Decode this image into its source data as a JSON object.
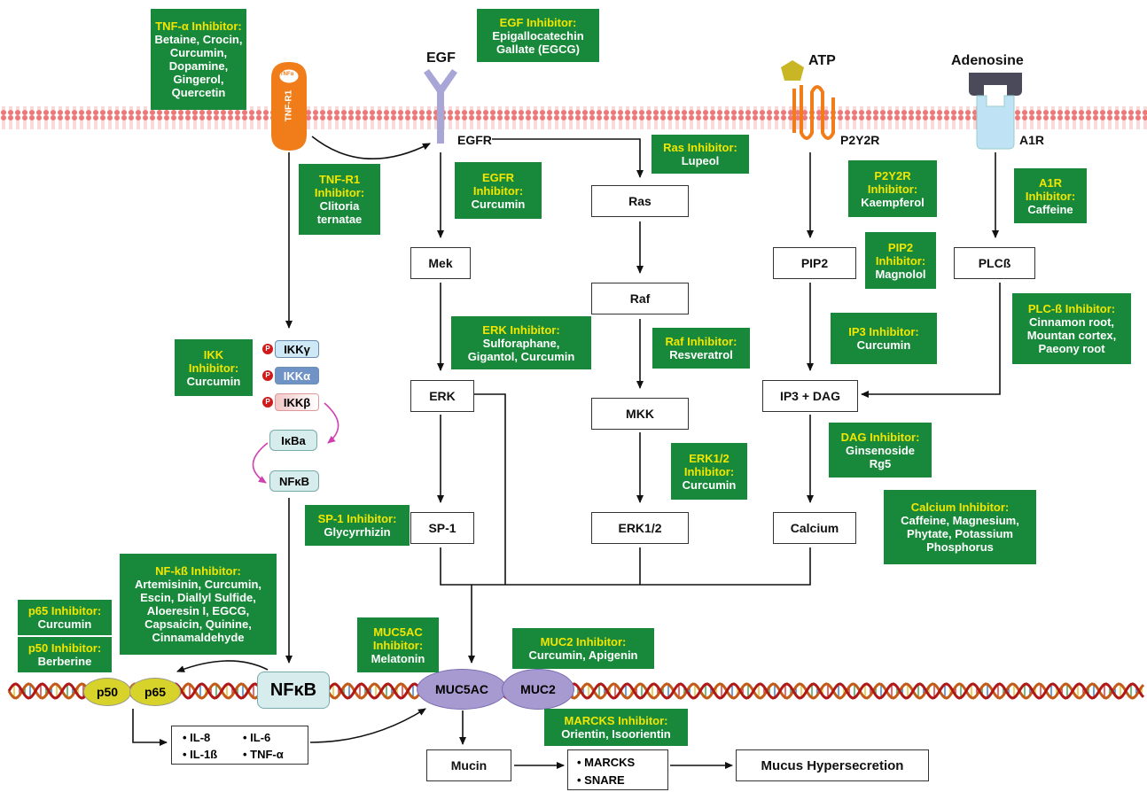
{
  "receptors": {
    "tnf_r1": "TNF-R1",
    "tnf_small": "TNFα",
    "egf": "EGF",
    "egfr": "EGFR",
    "atp": "ATP",
    "p2y2r": "P2Y2R",
    "adenosine": "Adenosine",
    "a1r": "A1R"
  },
  "nodes": {
    "ras": "Ras",
    "raf": "Raf",
    "mkk": "MKK",
    "erk12": "ERK1/2",
    "mek": "Mek",
    "erk": "ERK",
    "sp1": "SP-1",
    "pip2": "PIP2",
    "plcb": "PLCß",
    "ip3dag": "IP3 + DAG",
    "calcium": "Calcium",
    "mucin": "Mucin",
    "mucus": "Mucus Hypersecretion"
  },
  "ikk": {
    "gamma": "IKKγ",
    "alpha": "IKKα",
    "beta": "IKKβ",
    "ikba": "IκBa",
    "nfkb_small": "NFκB",
    "p": "P"
  },
  "dna": {
    "p50": "p50",
    "p65": "p65",
    "nfkb": "NFκB",
    "muc5ac": "MUC5AC",
    "muc2": "MUC2"
  },
  "cytokines": [
    "• IL-8",
    "• IL-6",
    "• IL-1ß",
    "• TNF-α"
  ],
  "marcks": [
    "• MARCKS",
    "• SNARE"
  ],
  "inhibitors": {
    "tnfa": {
      "title": "TNF-α Inhibitor:",
      "body": [
        "Betaine, Crocin,",
        "Curcumin,",
        "Dopamine,",
        "Gingerol,",
        "Quercetin"
      ]
    },
    "egf": {
      "title": "EGF Inhibitor:",
      "body": [
        "Epigallocatechin",
        "Gallate (EGCG)"
      ]
    },
    "tnfr1": {
      "title": "TNF-R1",
      "title2": "Inhibitor:",
      "body": [
        "Clitoria",
        "ternatae"
      ]
    },
    "egfr": {
      "title": "EGFR",
      "title2": "Inhibitor:",
      "body": [
        "Curcumin"
      ]
    },
    "ras": {
      "title": "Ras Inhibitor:",
      "body": [
        "Lupeol"
      ]
    },
    "p2y2r": {
      "title": "P2Y2R",
      "title2": "Inhibitor:",
      "body": [
        "Kaempferol"
      ]
    },
    "a1r": {
      "title": "A1R",
      "title2": "Inhibitor:",
      "body": [
        "Caffeine"
      ]
    },
    "pip2": {
      "title": "PIP2",
      "title2": "Inhibitor:",
      "body": [
        "Magnolol"
      ]
    },
    "plcb": {
      "title": "PLC-ß Inhibitor:",
      "body": [
        "Cinnamon root,",
        "Mountan cortex,",
        "Paeony root"
      ]
    },
    "erk": {
      "title": "ERK Inhibitor:",
      "body": [
        "Sulforaphane,",
        "Gigantol, Curcumin"
      ]
    },
    "raf": {
      "title": "Raf Inhibitor:",
      "body": [
        "Resveratrol"
      ]
    },
    "ip3": {
      "title": "IP3 Inhibitor:",
      "body": [
        "Curcumin"
      ]
    },
    "ikk": {
      "title": "IKK",
      "title2": "Inhibitor:",
      "body": [
        "Curcumin"
      ]
    },
    "dag": {
      "title": "DAG Inhibitor:",
      "body": [
        "Ginsenoside",
        "Rg5"
      ]
    },
    "erk12": {
      "title": "ERK1/2",
      "title2": "Inhibitor:",
      "body": [
        "Curcumin"
      ]
    },
    "sp1": {
      "title": "SP-1 Inhibitor:",
      "body": [
        "Glycyrrhizin"
      ]
    },
    "calcium": {
      "title": "Calcium Inhibitor:",
      "body": [
        "Caffeine, Magnesium,",
        "Phytate, Potassium",
        "Phosphorus"
      ]
    },
    "nfkb": {
      "title": "NF-kß Inhibitor:",
      "body": [
        "Artemisinin, Curcumin,",
        "Escin, Diallyl Sulfide,",
        "Aloeresin I, EGCG,",
        "Capsaicin, Quinine,",
        "Cinnamaldehyde"
      ]
    },
    "p65": {
      "title": "p65 Inhibitor:",
      "body": [
        "Curcumin"
      ]
    },
    "p50": {
      "title": "p50 Inhibitor:",
      "body": [
        "Berberine"
      ]
    },
    "muc5ac": {
      "title": "MUC5AC",
      "title2": "Inhibitor:",
      "body": [
        "Melatonin"
      ]
    },
    "muc2": {
      "title": "MUC2 Inhibitor:",
      "body": [
        "Curcumin, Apigenin"
      ]
    },
    "marcks": {
      "title": "MARCKS Inhibitor:",
      "body": [
        "Orientin, Isoorientin"
      ]
    }
  },
  "colors": {
    "inhibitor_bg": "#18893a",
    "inhibitor_title": "#f2e600",
    "tnfr1": "#f07d1a",
    "egfr": "#a8a6d6",
    "p2y2r": "#f07d1a",
    "a1r": "#bfe3f4",
    "membrane": "#e06a6a",
    "muc_oval": "#a79ad0",
    "p_oval": "#d8d32a"
  }
}
